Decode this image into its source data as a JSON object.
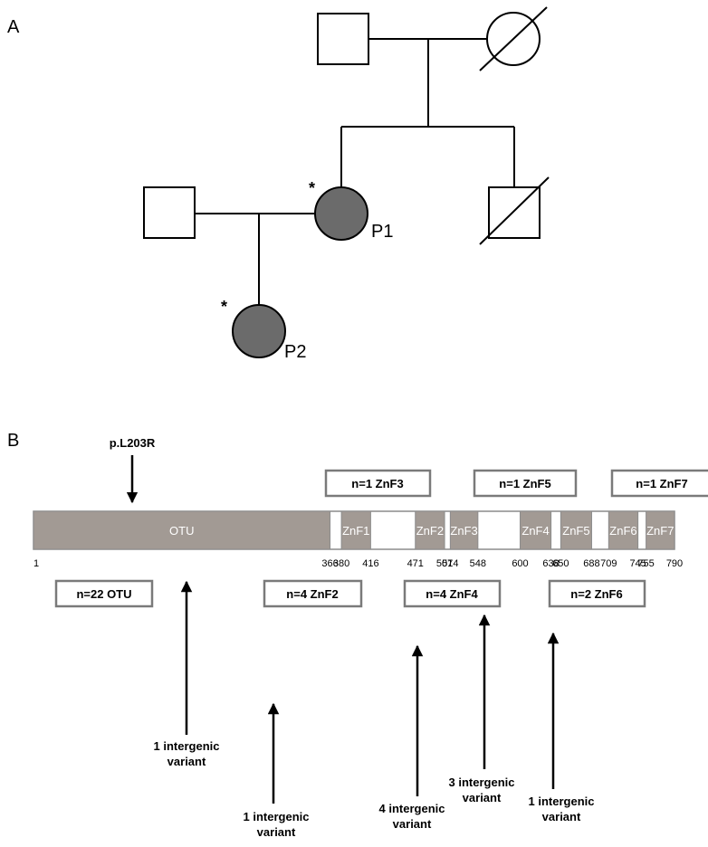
{
  "panel_a": {
    "label": "A",
    "individuals": [
      {
        "id": "P1",
        "label": "P1",
        "star": "*"
      },
      {
        "id": "P2",
        "label": "P2",
        "star": "*"
      }
    ]
  },
  "panel_b": {
    "label": "B",
    "mutation_label": "p.L203R",
    "domains": [
      {
        "label": "OTU",
        "start": 1,
        "end": 366
      },
      {
        "label": "ZnF1",
        "start": 380,
        "end": 416
      },
      {
        "label": "ZnF2",
        "start": 471,
        "end": 507
      },
      {
        "label": "ZnF3",
        "start": 514,
        "end": 548
      },
      {
        "label": "ZnF4",
        "start": 600,
        "end": 638
      },
      {
        "label": "ZnF5",
        "start": 650,
        "end": 688
      },
      {
        "label": "ZnF6",
        "start": 709,
        "end": 745
      },
      {
        "label": "ZnF7",
        "start": 755,
        "end": 790
      }
    ],
    "ticks": [
      "1",
      "366",
      "380",
      "416",
      "471",
      "507",
      "514",
      "548",
      "600",
      "638",
      "650",
      "688",
      "709",
      "745",
      "755",
      "790"
    ],
    "tick_values": [
      1,
      366,
      380,
      416,
      471,
      507,
      514,
      548,
      600,
      638,
      650,
      688,
      709,
      745,
      755,
      790
    ],
    "boxes_above": [
      "n=1 ZnF3",
      "n=1 ZnF5",
      "n=1 ZnF7"
    ],
    "boxes_below": [
      "n=22 OTU",
      "n=4 ZnF2",
      "n=4 ZnF4",
      "n=2 ZnF6"
    ],
    "annotations": [
      {
        "line1": "1 intergenic",
        "line2": "variant"
      },
      {
        "line1": "1 intergenic",
        "line2": "variant"
      },
      {
        "line1": "4 intergenic",
        "line2": "variant"
      },
      {
        "line1": "3 intergenic",
        "line2": "variant"
      },
      {
        "line1": "1 intergenic",
        "line2": "variant"
      }
    ]
  },
  "colors": {
    "domain_fill": "#a29a94",
    "affected_fill": "#6b6b6b",
    "box_border": "#7a7a7a",
    "bar_border": "#8c8c8c"
  }
}
